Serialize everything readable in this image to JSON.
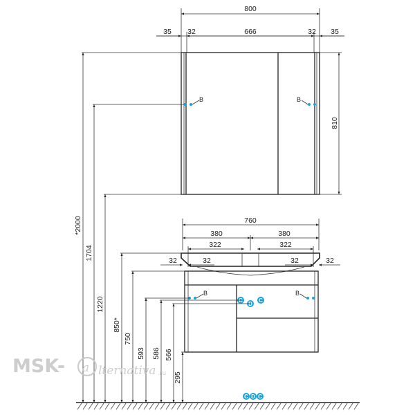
{
  "mirror_cabinet": {
    "dims": {
      "total_width": "800",
      "left_margin": "35",
      "left_panel": "32",
      "inner_width": "666",
      "right_panel": "32",
      "right_margin": "35",
      "height": "810"
    },
    "connection_labels": [
      "B",
      "B"
    ]
  },
  "vanity": {
    "dims": {
      "total_width": "760",
      "left_half": "380",
      "right_half": "380",
      "left_inner": "322",
      "right_inner": "322",
      "left_outer": "32",
      "left_panel": "32",
      "right_panel": "32",
      "right_outer": "32"
    },
    "connection_labels": [
      "B",
      "B"
    ],
    "markers": [
      "C",
      "D",
      "C"
    ]
  },
  "heights": [
    "*2000",
    "1704",
    "1220",
    "850*",
    "750",
    "593",
    "586",
    "566",
    "295"
  ],
  "floor_markers": [
    "C",
    "D",
    "C"
  ],
  "watermark": {
    "brand": "MSK-",
    "script": "lternativa",
    "domain": ".ru"
  },
  "colors": {
    "line": "#222222",
    "marker": "#1aa3d9",
    "watermark": "#c8c8c8"
  }
}
